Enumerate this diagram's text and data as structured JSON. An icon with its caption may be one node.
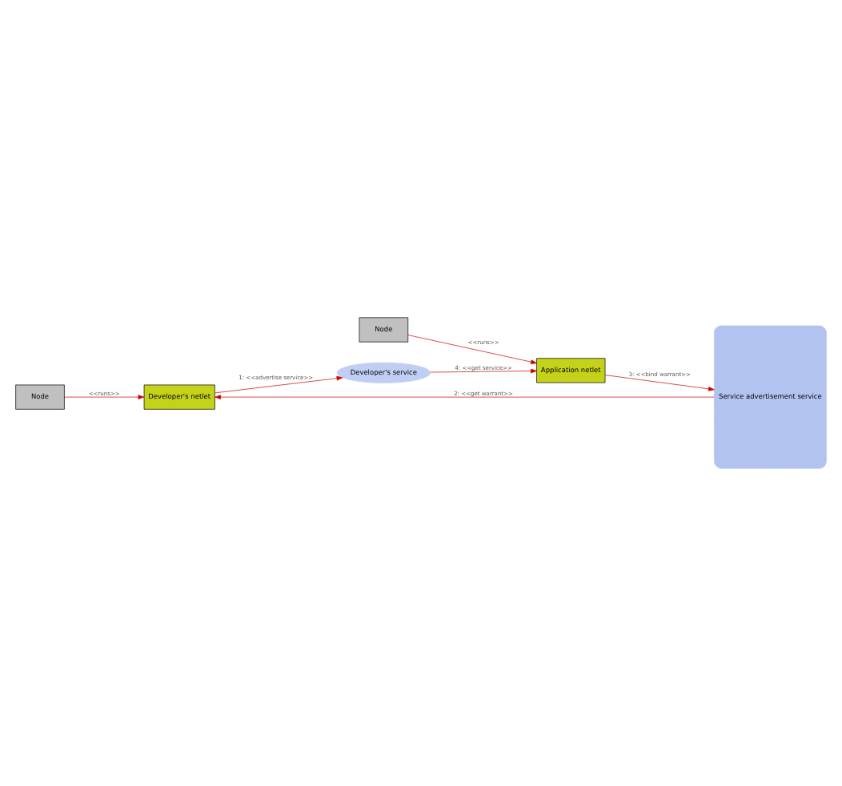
{
  "diagram": {
    "nodes": [
      {
        "text": [
          "Node"
        ]
      },
      {
        "text": [
          "Developer's netlet"
        ]
      },
      {
        "text": [
          "Service advertisement service"
        ]
      },
      {
        "text": [
          "Developer's service"
        ]
      },
      {
        "text": [
          "Node"
        ]
      },
      {
        "text": [
          "Application netlet"
        ]
      }
    ],
    "edges": [
      {
        "from": 0,
        "to": 1,
        "arrow": "to",
        "label": "<<runs>>"
      },
      {
        "from": 1,
        "to": 3,
        "arrow": "to",
        "label": "1: <<advertise service>>"
      },
      {
        "from": 2,
        "to": 1,
        "arrow": "to",
        "label": "2: <<get warrant>>"
      },
      {
        "from": 4,
        "to": 5,
        "arrow": "to",
        "label": "<<runs>>"
      },
      {
        "from": 5,
        "to": 2,
        "arrow": "to",
        "label": "3: <<bind warrant>>"
      },
      {
        "from": 3,
        "to": 5,
        "arrow": "to",
        "label": "4: <<get service>>"
      }
    ]
  }
}
